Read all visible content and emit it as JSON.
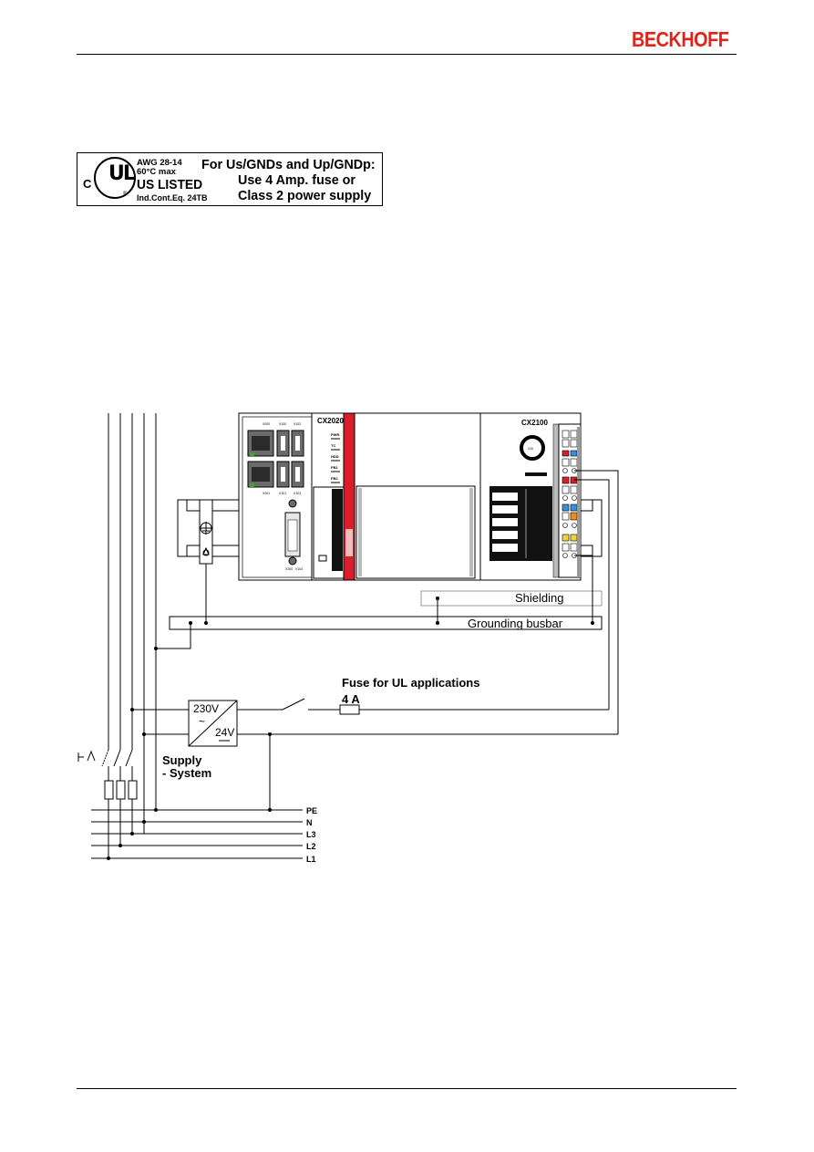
{
  "header": {
    "brand": "BECKHOFF"
  },
  "ul_label": {
    "c_mark": "C",
    "ul_mark": "UL",
    "r_mark": "®",
    "awg": "AWG 28-14",
    "temp": "60°C max",
    "listed": "US LISTED",
    "ind": "Ind.Cont.Eq. 24TB",
    "line1": "For Us/GNDs and Up/GNDp:",
    "line2": "Use 4 Amp. fuse or",
    "line3": "Class 2 power supply"
  },
  "diagram": {
    "cx2020": "CX2020",
    "cx2100": "CX2100",
    "shielding": "Shielding",
    "grounding_busbar": "Grounding busbar",
    "fuse_title": "Fuse for UL applications",
    "fuse_value": "4 A",
    "psu_in": "230V",
    "psu_out": "24V",
    "supply_line1": "Supply",
    "supply_line2": "- System",
    "rails": [
      "PE",
      "N",
      "L3",
      "L2",
      "L1"
    ],
    "module_labels": [
      "PWR",
      "TC",
      "HDD",
      "FB1",
      "FB2"
    ],
    "port_labels_top": [
      "X000",
      "X100",
      "X102"
    ],
    "port_labels_bottom": [
      "X001",
      "X101",
      "X103"
    ],
    "dvi_labels": [
      "X200",
      "X104"
    ],
    "display_label": "X10"
  },
  "colors": {
    "brand": "#e2231a",
    "module_red": "#d81e2a",
    "terminal_blue": "#3a8fd8",
    "terminal_orange": "#f08c1e",
    "terminal_yellow": "#f0d43a",
    "port_green": "#43a13a"
  }
}
